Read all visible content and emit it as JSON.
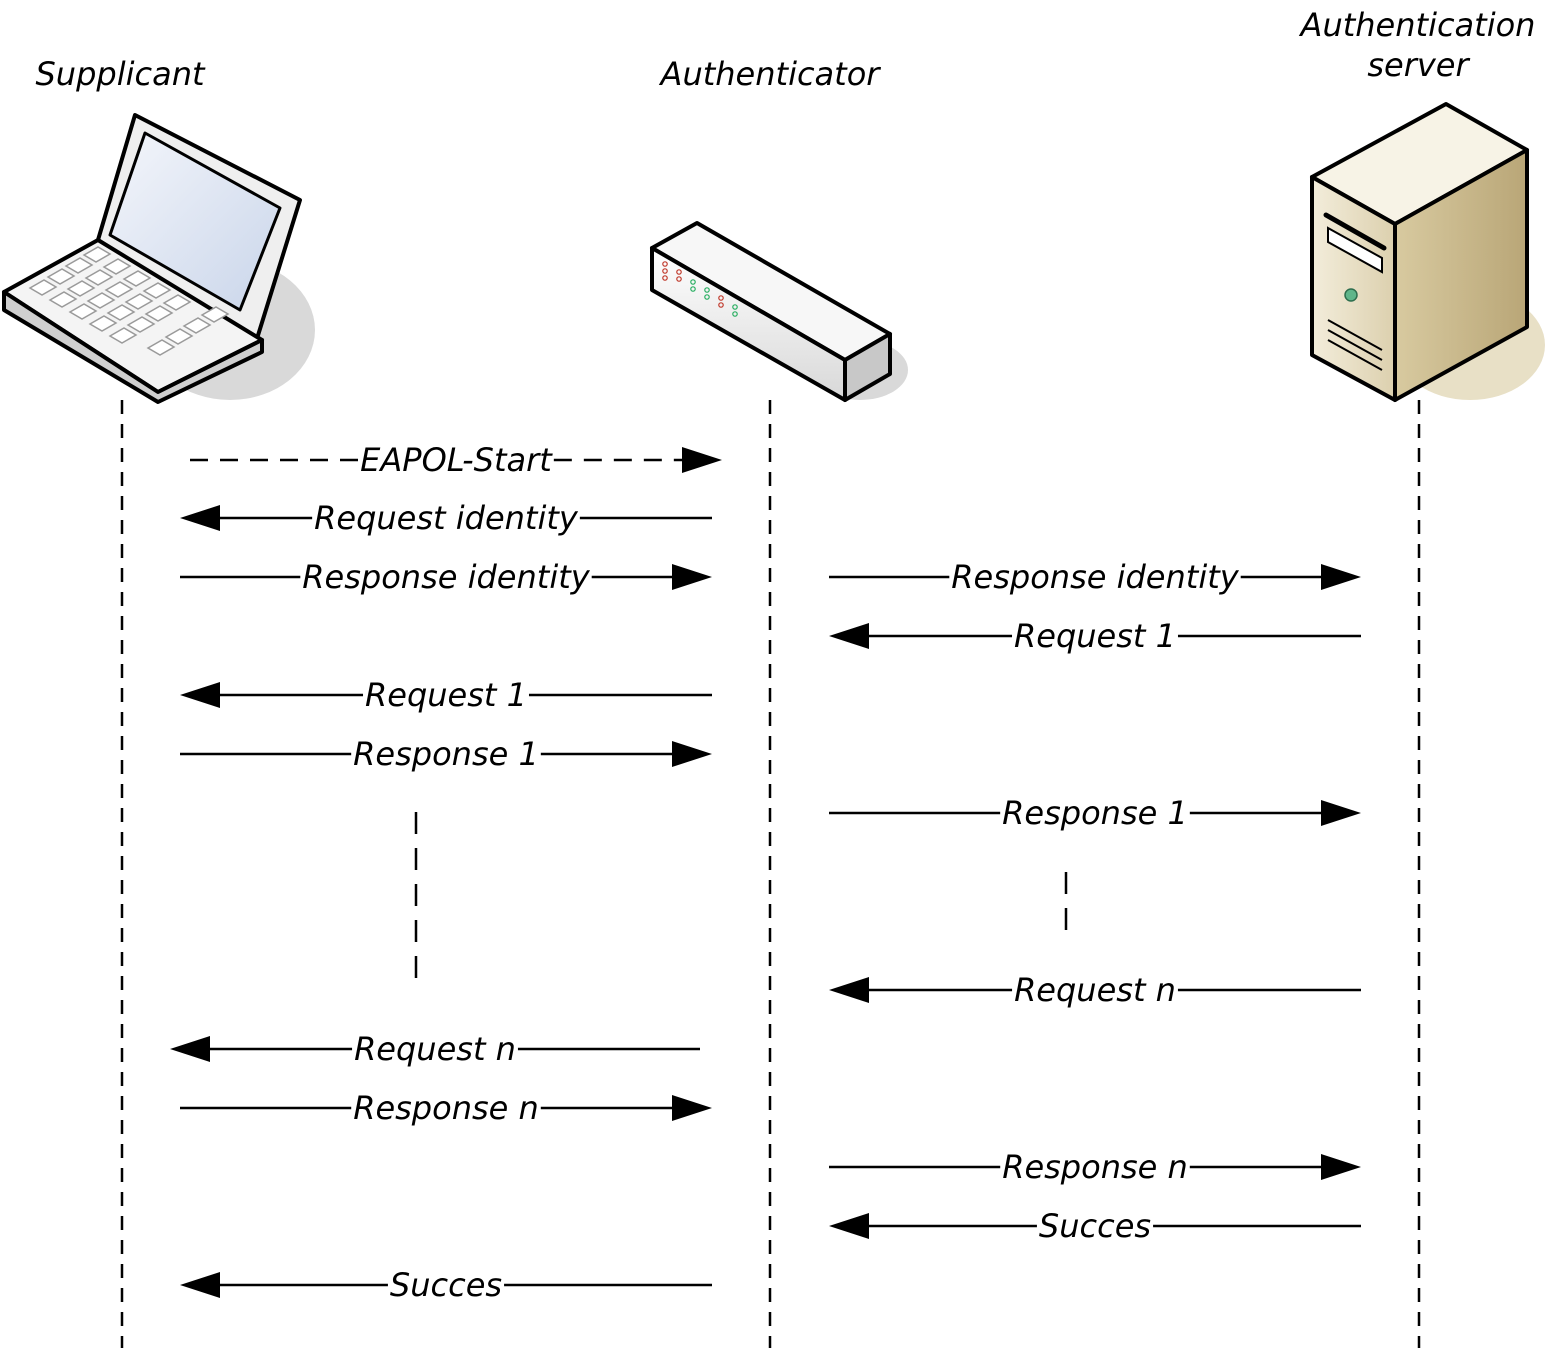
{
  "participants": {
    "supplicant": "Supplicant",
    "authenticator": "Authenticator",
    "server_line1": "Authentication",
    "server_line2": "server"
  },
  "icons": {
    "supplicant": "laptop-icon",
    "authenticator": "network-switch-icon",
    "server": "tower-server-icon"
  },
  "messages": [
    {
      "label": "EAPOL-Start",
      "from": "supplicant",
      "to": "authenticator",
      "style": "dashed"
    },
    {
      "label": "Request identity",
      "from": "authenticator",
      "to": "supplicant",
      "style": "solid"
    },
    {
      "label": "Response identity",
      "from": "supplicant",
      "to": "authenticator",
      "style": "solid"
    },
    {
      "label": "Response identity",
      "from": "authenticator",
      "to": "server",
      "style": "solid"
    },
    {
      "label": "Request 1",
      "from": "server",
      "to": "authenticator",
      "style": "solid"
    },
    {
      "label": "Request 1",
      "from": "authenticator",
      "to": "supplicant",
      "style": "solid"
    },
    {
      "label": "Response 1",
      "from": "supplicant",
      "to": "authenticator",
      "style": "solid"
    },
    {
      "label": "Response 1",
      "from": "authenticator",
      "to": "server",
      "style": "solid"
    },
    {
      "label": "Request n",
      "from": "server",
      "to": "authenticator",
      "style": "solid"
    },
    {
      "label": "Request n",
      "from": "authenticator",
      "to": "supplicant",
      "style": "solid"
    },
    {
      "label": "Response n",
      "from": "supplicant",
      "to": "authenticator",
      "style": "solid"
    },
    {
      "label": "Response n",
      "from": "authenticator",
      "to": "server",
      "style": "solid"
    },
    {
      "label": "Succes",
      "from": "server",
      "to": "authenticator",
      "style": "solid"
    },
    {
      "label": "Succes",
      "from": "authenticator",
      "to": "supplicant",
      "style": "solid"
    }
  ],
  "colors": {
    "line": "#000000",
    "laptop_body": "#f2f2f2",
    "laptop_screen": "#dfe6f2",
    "switch_body": "#ececec",
    "server_body": "#e6dcc0",
    "shadow": "#d9d9d9"
  }
}
